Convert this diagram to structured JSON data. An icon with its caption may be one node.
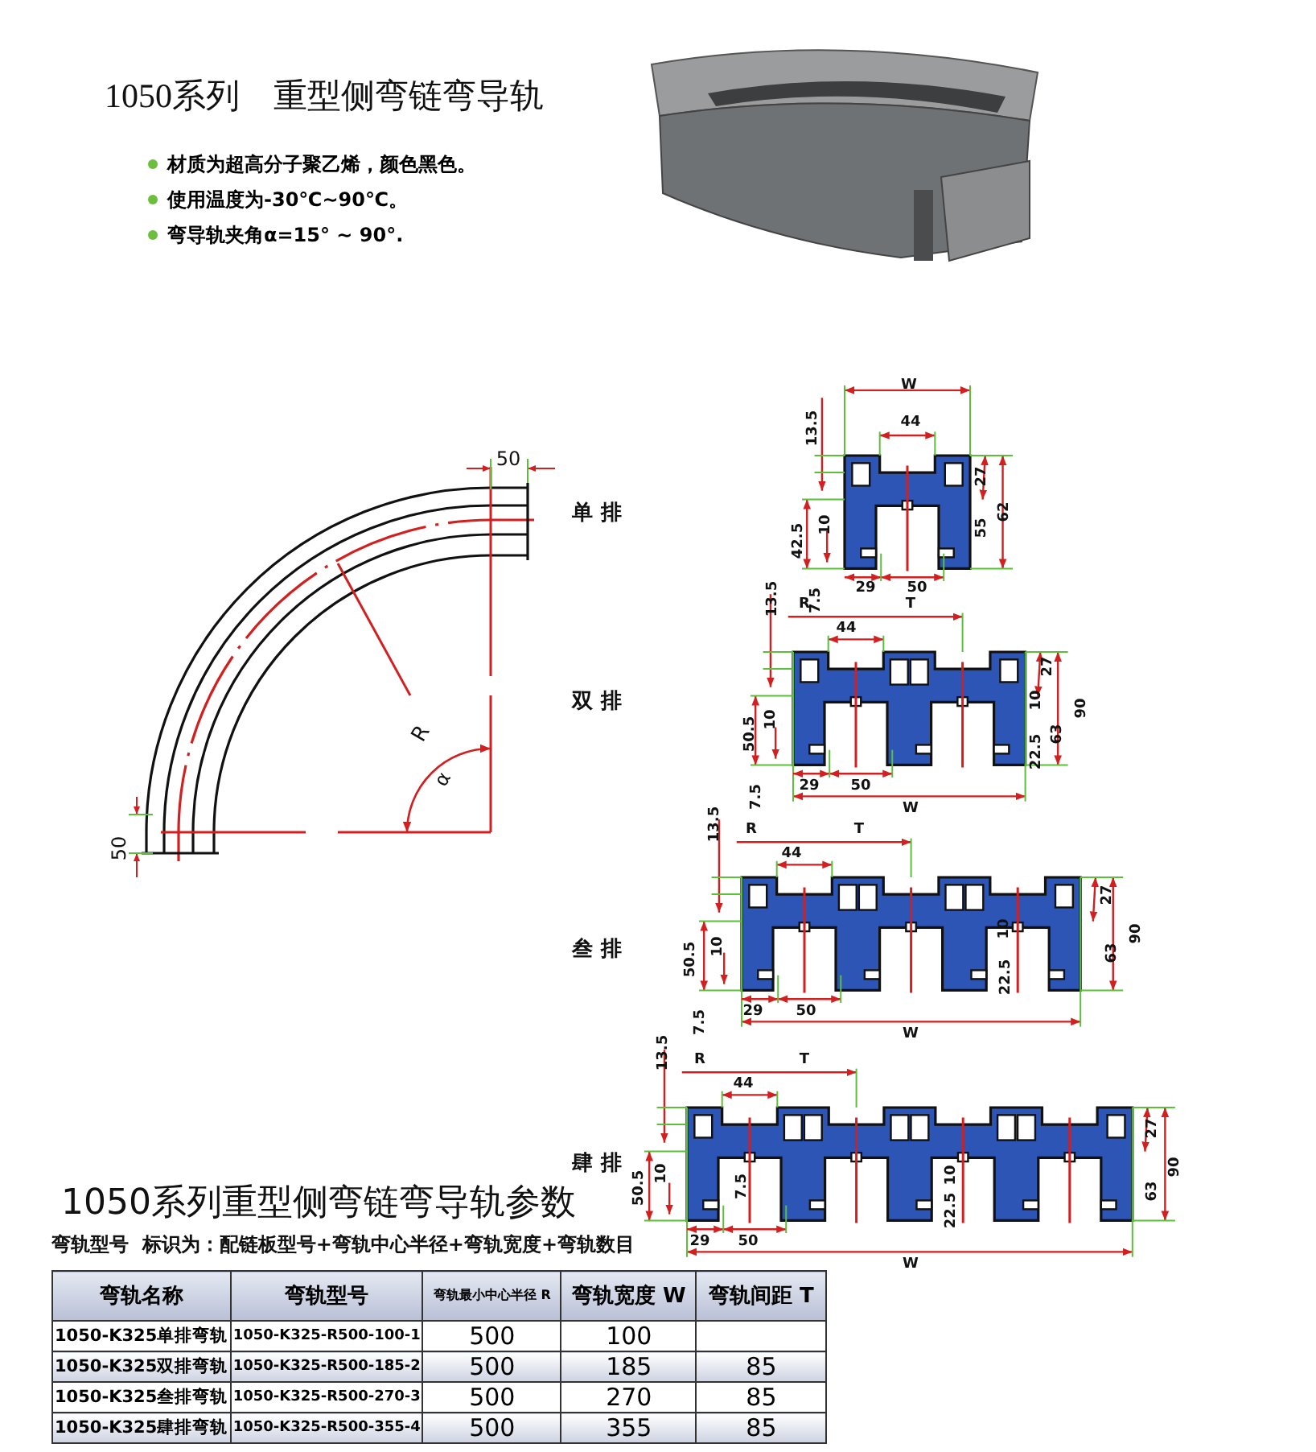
{
  "diagram": {
    "title": "1050系列　重型侧弯链弯导轨",
    "labels": [
      "材质为超高分子聚乙烯，颜色黑色。",
      "使用温度为-30℃~90℃。",
      "弯导轨夹角α=15° ~ 90°.",
      "50",
      "R",
      "α",
      "50",
      "单 排",
      "W",
      "44",
      "13.5",
      "27",
      "62",
      "55",
      "42.5",
      "10",
      "7.5",
      "29",
      "50",
      "双 排",
      "13.5",
      "R",
      "T",
      "44",
      "27",
      "10",
      "90",
      "63",
      "50.5",
      "10",
      "22.5",
      "7.5",
      "29",
      "50",
      "W",
      "叁 排",
      "13.5",
      "R",
      "T",
      "44",
      "27",
      "10",
      "90",
      "63",
      "50.5",
      "10",
      "22.5",
      "7.5",
      "29",
      "50",
      "W",
      "肆 排",
      "13.5",
      "R",
      "T",
      "44",
      "27",
      "90",
      "63",
      "10",
      "50.5",
      "10",
      "7.5",
      "22.5",
      "29",
      "50",
      "W",
      "1050系列重型侧弯链弯导轨参数",
      "弯轨型号  标识为：配链板型号+弯轨中心半径+弯轨宽度+弯轨数目",
      "弯轨名称",
      "弯轨型号",
      "弯轨最小中心半径 R",
      "弯轨宽度 W",
      "弯轨间距 T",
      "1050-K325单排弯轨",
      "1050-K325-R500-100-1",
      "500",
      "100",
      "1050-K325双排弯轨",
      "1050-K325-R500-185-2",
      "500",
      "185",
      "85",
      "1050-K325叁排弯轨",
      "1050-K325-R500-270-3",
      "500",
      "270",
      "85",
      "1050-K325肆排弯轨",
      "1050-K325-R500-355-4",
      "500",
      "355",
      "85"
    ]
  }
}
